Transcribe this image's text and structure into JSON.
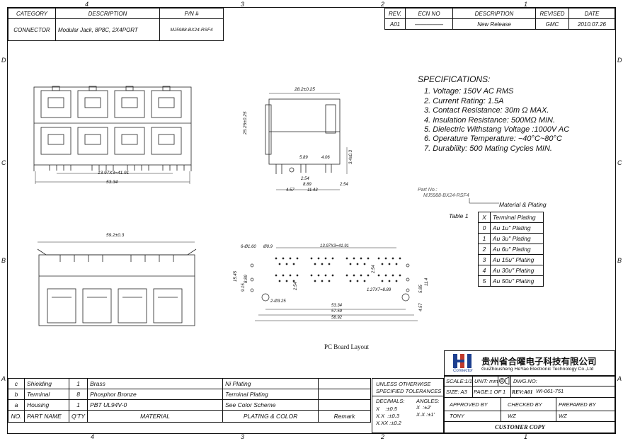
{
  "zones": {
    "top": [
      "4",
      "3",
      "2",
      "1"
    ],
    "bottom": [
      "4",
      "3",
      "2",
      "1"
    ],
    "left": [
      "D",
      "C",
      "B",
      "A"
    ],
    "right": [
      "D",
      "C",
      "B",
      "A"
    ]
  },
  "title_block": {
    "headers": [
      "CATEGORY",
      "DESCRIPTION",
      "P/N #"
    ],
    "values": [
      "CONNECTOR",
      "Modular Jack, 8P8C, 2X4PORT",
      "MJ5988-BX24-RSF4"
    ]
  },
  "revision": {
    "headers": [
      "REV.",
      "ECN NO",
      "DESCRIPTION",
      "REVISED",
      "DATE"
    ],
    "row": [
      "A01",
      "—————",
      "New Release",
      "GMC",
      "2010.07.26"
    ]
  },
  "specifications": {
    "title": "SPECIFICATIONS:",
    "items": [
      "1. Voltage: 150V AC RMS",
      "2. Current Rating: 1.5A",
      "3. Contact Resistance: 30m Ω MAX.",
      "4. Insulation Resistance: 500MΩ MIN.",
      "5. Dielectric Withstang Voltage :1000V AC",
      "6. Operature Temperature: −40°C~80°C",
      "7. Durability: 500 Mating Cycles MIN."
    ]
  },
  "part_code": {
    "label": "Part No.:",
    "number": "MJ5988-BX24-RSF4",
    "callout": "Material & Plating",
    "table_label": "Table 1",
    "headers": [
      "X",
      "Terminal Plating"
    ],
    "rows": [
      [
        "0",
        "Au 1u\" Plating"
      ],
      [
        "1",
        "Au 3u\" Plating"
      ],
      [
        "2",
        "Au 6u\" Plating"
      ],
      [
        "3",
        "Au 15u\" Plating"
      ],
      [
        "4",
        "Au 30u\" Plating"
      ],
      [
        "5",
        "Au 50u\" Plating"
      ]
    ]
  },
  "dimensions": {
    "front_pitch": "13.97X3=41.91",
    "front_width": "53.34",
    "side_depth": "28.2±0.25",
    "side_height": "25.25±0.25",
    "side_d1": "5.89",
    "side_d2": "4.06",
    "side_d3": "2.54",
    "side_d4": "8.89",
    "side_d5": "4.57",
    "side_d6": "11.43",
    "side_d7": "2.54",
    "side_d8": "3.4±0.3",
    "rear_width": "59.2±0.3",
    "pcb_hole1": "6-Ø1.60",
    "pcb_hole2": "Ø0.9",
    "pcb_pitch": "13.97X3=41.91",
    "pcb_h1": "15.45",
    "pcb_h2": "8.89",
    "pcb_h3": "9.15",
    "pcb_h4": "2.54",
    "pcb_peg": "2-Ø3.25",
    "pcb_pitch2": "1.27X7=8.89",
    "pcb_v1": "2.54",
    "pcb_v2": "5.85",
    "pcb_v3": "11.4",
    "pcb_v4": "4.57",
    "pcb_w1": "53.34",
    "pcb_w2": "57.59",
    "pcb_w3": "58.92",
    "pcb_caption": "PC Board Layout"
  },
  "company": {
    "name_cn": "贵州省合曜电子科技有限公司",
    "name_en": "GuiZhousheng HeYao Electronic Technology Co.,Ltd",
    "logo_text": "Connector"
  },
  "bom": {
    "rows": [
      [
        "c",
        "Shielding",
        "1",
        "Brass",
        "Ni Plating"
      ],
      [
        "b",
        "Terminal",
        "8",
        "Phosphor Bronze",
        "Terminal Plating"
      ],
      [
        "a",
        "Housing",
        "1",
        "PBT UL94V-0",
        "See Color Scheme"
      ]
    ],
    "headers": [
      "NO.",
      "PART NAME",
      "Q'TY",
      "MATERIAL",
      "PLATING & COLOR",
      "Remark"
    ]
  },
  "tolerance": {
    "title1": "UNLESS OTHERWISE",
    "title2": "SPECIFIED TOLERANCES",
    "decimals_label": "DECIMALS:",
    "angles_label": "ANGLES:",
    "d1": "X    :±0.5",
    "d2": "X.X  :±0.3",
    "d3": "X.XX :±0.2",
    "a1": "X  :±2'",
    "a2": "X.X :±1'"
  },
  "drawing_info": {
    "scale": "SCALE:1/1",
    "unit": "UNIT: mm",
    "dwg_label": "DWG.NO:",
    "dwg_no": "WI-061-751",
    "size": "SIZE: A3",
    "page": "PAGE:1 OF 1",
    "rev": "REV:A01",
    "approved_label": "APPROVED BY",
    "checked_label": "CHECKED BY",
    "prepared_label": "PREPARED BY",
    "approved": "TONY",
    "checked": "WZ",
    "prepared": "WZ",
    "customer": "CUSTOMER COPY"
  }
}
